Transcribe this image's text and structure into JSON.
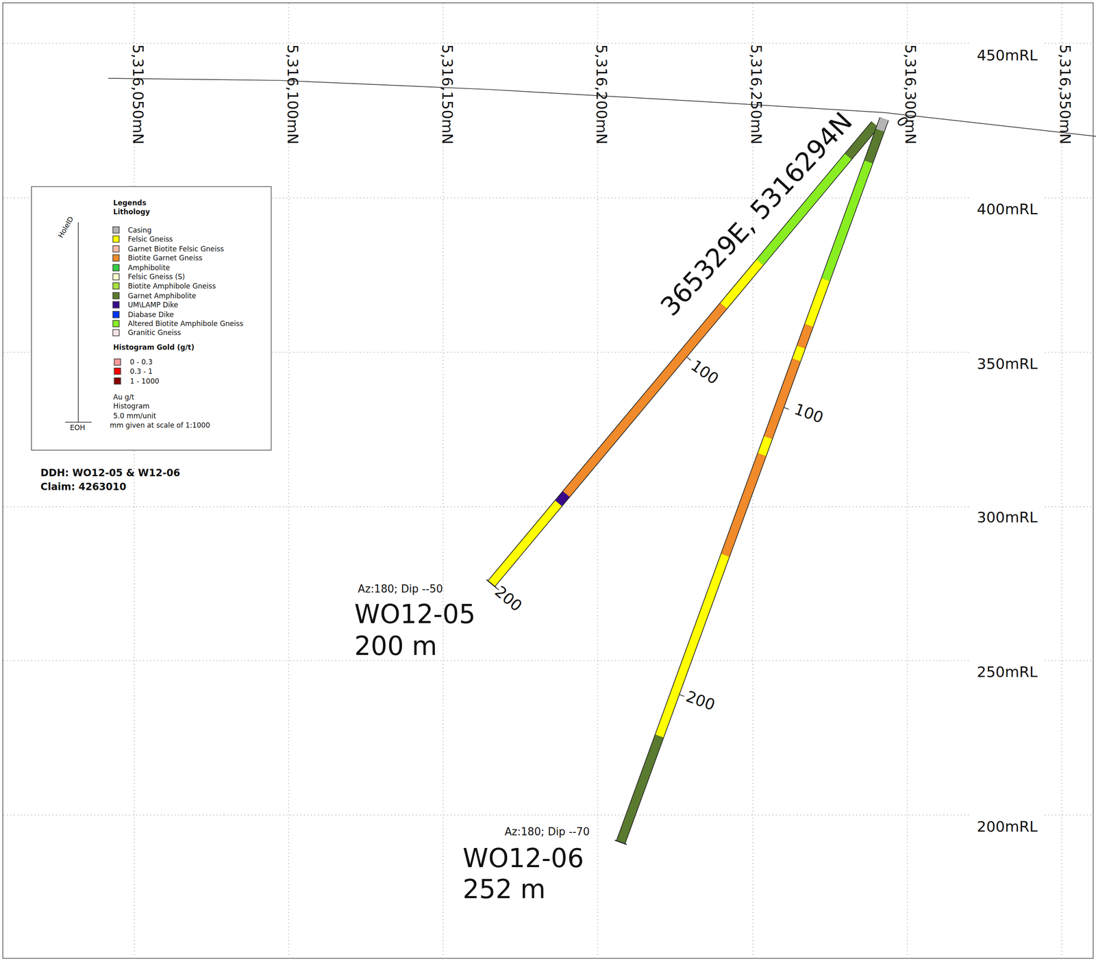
{
  "diagram": {
    "labels": [
      "5,316,050mN",
      "5,316,100mN",
      "5,316,150mN",
      "5,316,200mN",
      "5,316,250mN",
      "5,316,300mN",
      "5,316,350mN",
      "450mRL",
      "400mRL",
      "350mRL",
      "300mRL",
      "250mRL",
      "200mRL",
      "365329E, 5316294N",
      "0",
      "100",
      "200",
      "100",
      "200",
      "Az:180; Dip --50",
      "WO12-05",
      "200 m",
      "Az:180; Dip --70",
      "WO12-06",
      "252 m",
      "Legends",
      "Lithology",
      "Histogram Gold (g/t)",
      "HoleID",
      "EOH",
      "Au g/t",
      "Histogram",
      "5.0 mm/unit",
      "mm given at scale of 1:1000",
      "DDH: WO12-05 & W12-06",
      "Claim: 4263010"
    ],
    "legend": [
      {
        "text": "Casing",
        "color": "#b4b4b4"
      },
      {
        "text": "Felsic Gneiss",
        "color": "#ffff00"
      },
      {
        "text": "Garnet Biotite Felsic Gneiss",
        "color": "#f6b8a8"
      },
      {
        "text": "Biotite Garnet Gneiss",
        "color": "#f08a2a"
      },
      {
        "text": "Amphibolite",
        "color": "#33cc44"
      },
      {
        "text": "Felsic Gneiss (S)",
        "color": "#ffffcc"
      },
      {
        "text": "Biotite Amphibole Gneiss",
        "color": "#a8e040"
      },
      {
        "text": "Garnet Amphibolite",
        "color": "#5a7a30"
      },
      {
        "text": "UM\\LAMP Dike",
        "color": "#3a0a8a"
      },
      {
        "text": "Diabase Dike",
        "color": "#0033ff"
      },
      {
        "text": "Altered Biotite Amphibole Gneiss",
        "color": "#88ee22"
      },
      {
        "text": "Granitic Gneiss",
        "color": "#f8e4e4"
      },
      {
        "text": "0 - 0.3",
        "color": "#ff9a9a"
      },
      {
        "text": "0.3 - 1",
        "color": "#ff0000"
      },
      {
        "text": "1 - 1000",
        "color": "#8a0000"
      }
    ]
  }
}
